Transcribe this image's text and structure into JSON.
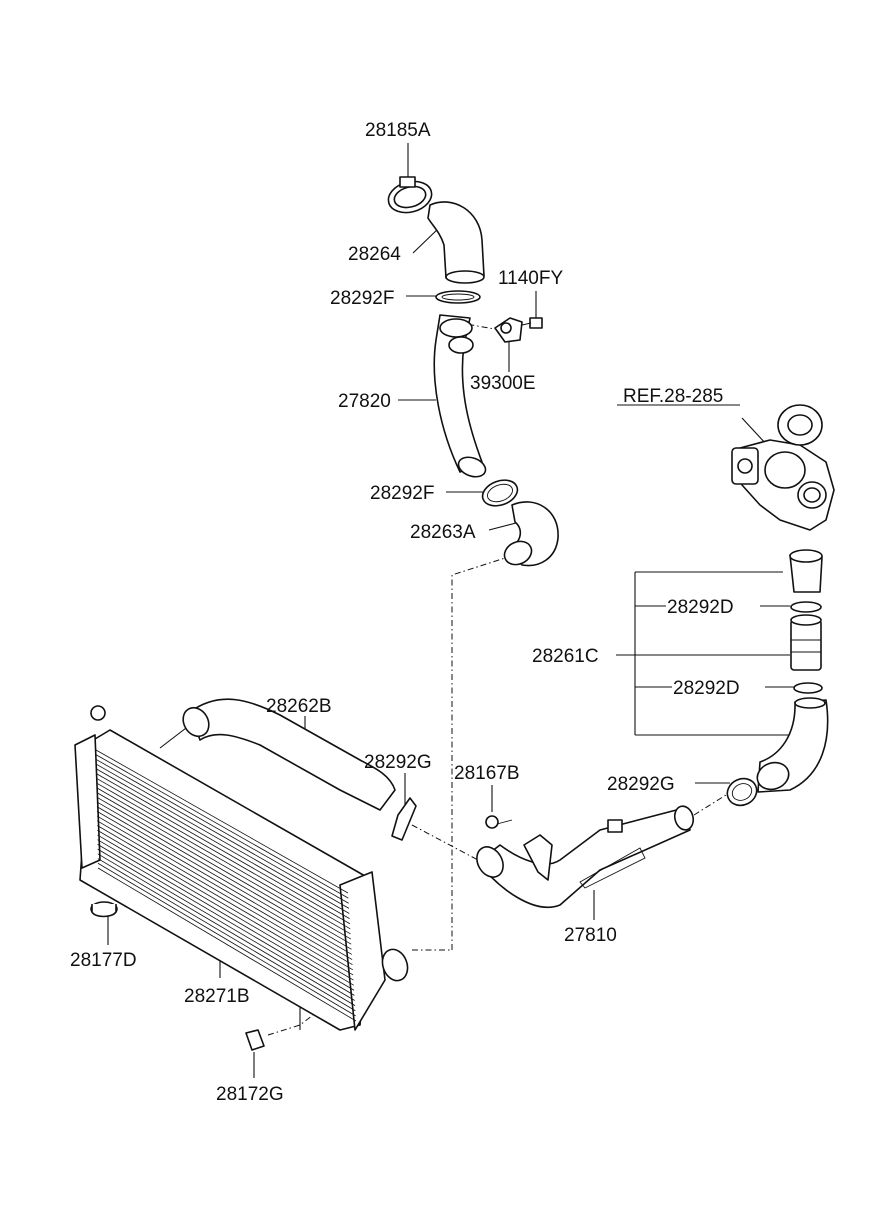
{
  "diagram": {
    "labels": {
      "p28185A": "28185A",
      "p28264": "28264",
      "p28292F_top": "28292F",
      "p1140FY": "1140FY",
      "p39300E": "39300E",
      "p27820": "27820",
      "p28292F_mid": "28292F",
      "p28263A": "28263A",
      "pREF": "REF.28-285",
      "p28292D_top": "28292D",
      "p28261C": "28261C",
      "p28292D_bot": "28292D",
      "p28262B": "28262B",
      "p28292G_left": "28292G",
      "p28167B": "28167B",
      "p28292G_right": "28292G",
      "p27810": "27810",
      "p28177D": "28177D",
      "p28271B": "28271B",
      "p28172G": "28172G"
    }
  }
}
